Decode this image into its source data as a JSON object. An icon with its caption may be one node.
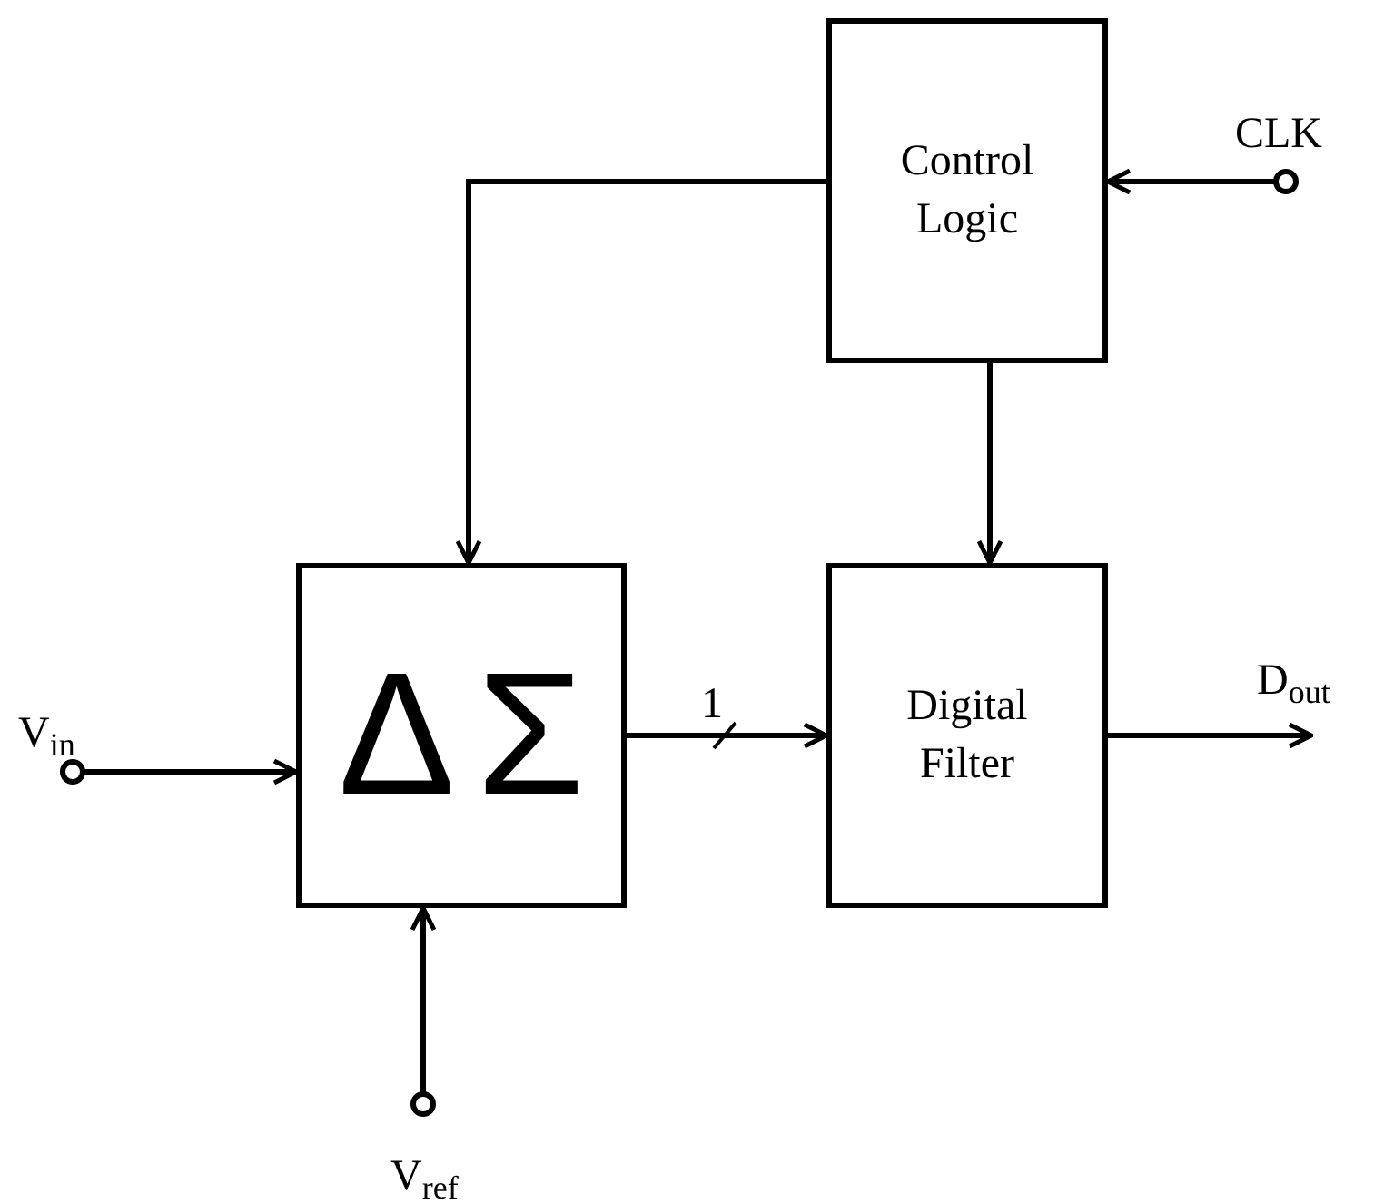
{
  "diagram": {
    "nodes": [
      {
        "text": [
          "Control Logic"
        ]
      },
      {
        "text": [
          "Δ",
          "Σ"
        ]
      },
      {
        "text": [
          "Digital Filter"
        ]
      },
      {
        "text": [
          "V$_{in}$"
        ]
      },
      {
        "text": [
          "V$_{ref}$"
        ]
      },
      {
        "text": [
          "CLK"
        ]
      },
      {
        "text": [
          "D$_{out}$"
        ]
      }
    ],
    "edges": [
      {
        "from": 0,
        "to": 1,
        "arrow": "to"
      },
      {
        "from": 0,
        "to": 2,
        "arrow": "to"
      },
      {
        "from": 5,
        "to": 0,
        "arrow": "to"
      },
      {
        "from": 3,
        "to": 1,
        "arrow": "to"
      },
      {
        "from": 4,
        "to": 1,
        "arrow": "to"
      },
      {
        "from": 1,
        "to": 2,
        "arrow": "to",
        "label": "1"
      },
      {
        "from": 2,
        "to": 6,
        "arrow": "to"
      }
    ]
  }
}
